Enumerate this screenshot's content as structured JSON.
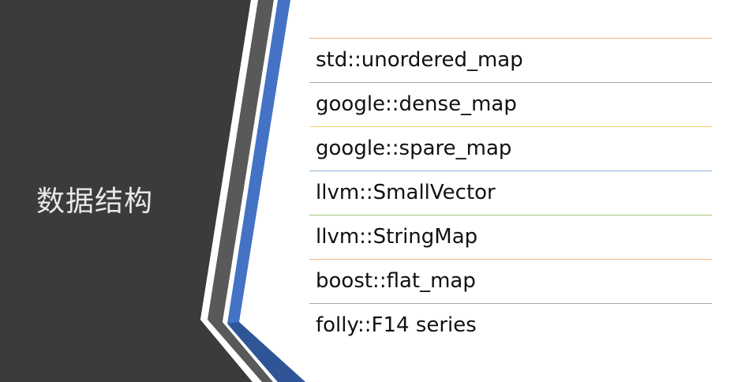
{
  "slide": {
    "section_title": "数据结构",
    "items": [
      "std::unordered_map",
      "google::dense_map",
      "google::spare_map",
      "llvm::SmallVector",
      "llvm::StringMap",
      "boost::flat_map",
      "folly::F14 series"
    ]
  },
  "colors": {
    "dark_panel": "#3b3b3b",
    "band_gray": "#595959",
    "band_blue": "#4472c4",
    "band_blue_dark": "#2f5597",
    "text": "#111111",
    "row_dividers": [
      "#f0b48a",
      "#a8a8a8",
      "#f5d56a",
      "#8fb4d8",
      "#9cc47c",
      "#f0b48a",
      "#a8a8a8"
    ]
  }
}
